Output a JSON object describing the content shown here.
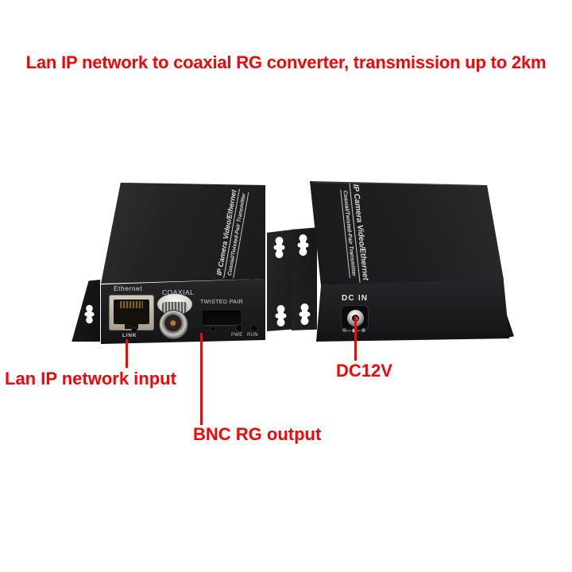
{
  "title": {
    "text": "Lan IP network to coaxial RG converter, transmission up to 2km"
  },
  "colors": {
    "accent_red": "#f30606",
    "device_black": "#1d1d1f",
    "background": "#ffffff"
  },
  "left_device": {
    "top_line1": "IP Camera Video/Ethernet",
    "top_line2": "Coaxial/Twisted-Pair Transmitter",
    "ethernet_label": "Ethernet",
    "link_label": "LINK",
    "coaxial_label": "COAXIAL",
    "twisted_pair_label": "TWISTED PAIR",
    "pwe_led_label": "PWE",
    "run_led_label": "RUN"
  },
  "right_device": {
    "top_line1": "IP Camera Video/Ethernet",
    "top_line2": "Coaxial/Twisted-Pair Transmitter",
    "dc_in_label": "DC IN",
    "polarity_symbol": "⊖–◉–⊕"
  },
  "annotations": {
    "lan_input_label": "Lan IP network input",
    "bnc_output_label": "BNC RG output",
    "dc_power_label": "DC12V"
  }
}
